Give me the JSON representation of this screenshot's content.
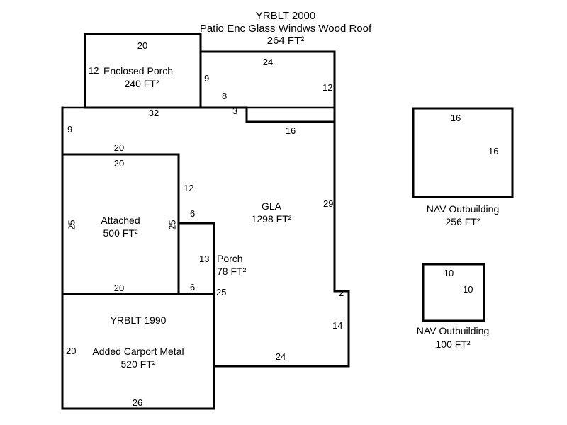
{
  "sketch": {
    "title_block": {
      "line1": "YRBLT 2000",
      "line2": "Patio Enc Glass Windws Wood Roof",
      "line3": "264 FT²"
    },
    "areas": {
      "enclosed_porch": {
        "name": "Enclosed Porch",
        "area": "240 FT²",
        "dim_top": "20",
        "dim_left": "12"
      },
      "patio_enclosure": {
        "dim_top": "24",
        "dim_left": "9",
        "dim_right": "12",
        "dim_notch_h": "8",
        "dim_notch_v": "3",
        "dim_bottom": "16"
      },
      "gla": {
        "name": "GLA",
        "area": "1298 FT²",
        "dim_upper_left": "32",
        "dim_left_9": "9",
        "dim_left_20_upper": "20",
        "dim_left_20_lower": "20",
        "dim_right_29": "29",
        "dim_step_2": "2",
        "dim_right_14": "14",
        "dim_bottom_24": "24",
        "dim_inner_12": "12",
        "dim_inner_6_upper": "6",
        "dim_inner_6_lower": "6",
        "dim_inner_25": "25"
      },
      "attached": {
        "name": "Attached",
        "area": "500 FT²",
        "dim_top": "20",
        "dim_left": "25",
        "dim_right": "25",
        "dim_bottom": "20"
      },
      "porch": {
        "name": "Porch",
        "area": "78 FT²",
        "dim_top": "6",
        "dim_right": "13",
        "dim_bottom": "6"
      },
      "carport": {
        "line1": "YRBLT 1990",
        "line2": "Added Carport Metal",
        "line3": "520 FT²",
        "dim_left": "20",
        "dim_bottom": "26"
      }
    },
    "outbuildings": [
      {
        "caption_line1": "NAV Outbuilding",
        "caption_line2": "256 FT²",
        "dim_top": "16",
        "dim_right": "16"
      },
      {
        "caption_line1": "NAV Outbuilding",
        "caption_line2": "100 FT²",
        "dim_top": "10",
        "dim_right": "10"
      }
    ],
    "colors": {
      "line": "#000000",
      "background": "#ffffff",
      "text": "#000000"
    }
  }
}
